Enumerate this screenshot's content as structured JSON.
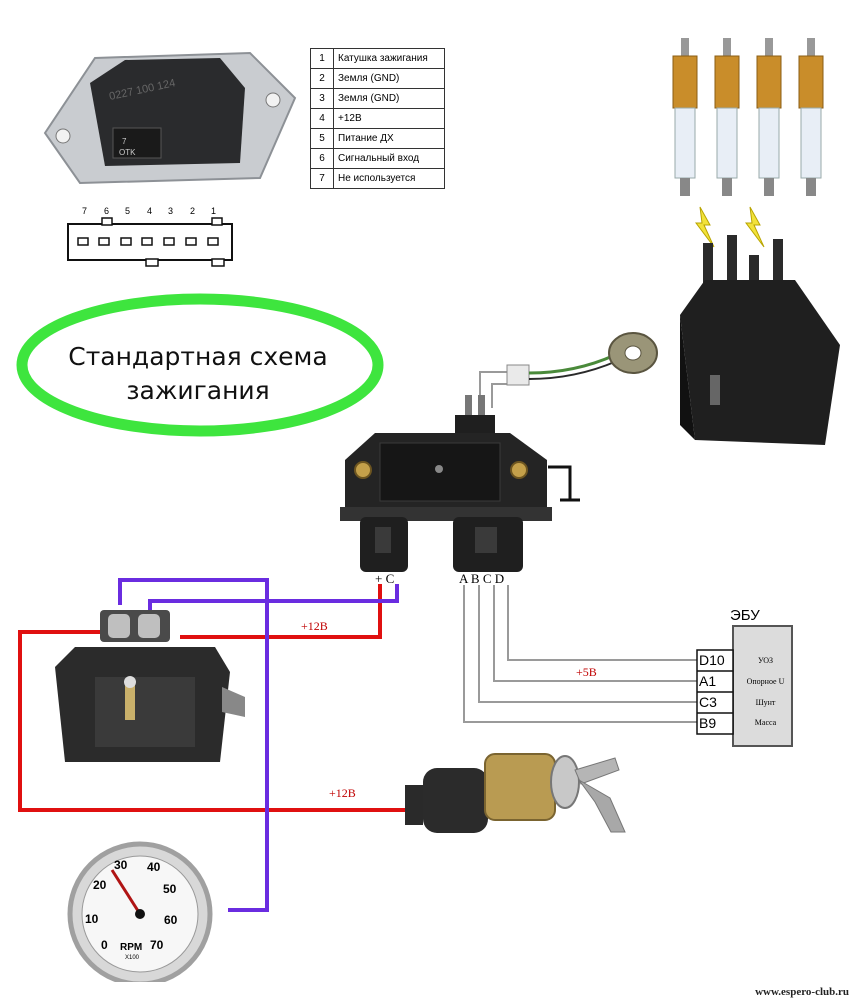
{
  "pin_table": [
    {
      "num": "1",
      "desc": "Катушка зажигания"
    },
    {
      "num": "2",
      "desc": "Земля (GND)"
    },
    {
      "num": "3",
      "desc": "Земля (GND)"
    },
    {
      "num": "4",
      "desc": "+12В"
    },
    {
      "num": "5",
      "desc": "Питание ДХ"
    },
    {
      "num": "6",
      "desc": "Сигнальный вход"
    },
    {
      "num": "7",
      "desc": "Не используется"
    }
  ],
  "connector_pins": [
    "7",
    "6",
    "5",
    "4",
    "3",
    "2",
    "1"
  ],
  "title": {
    "line1": "Стандартная схема",
    "line2": "зажигания"
  },
  "module_labels": {
    "plus_c": "+ C",
    "abcd": "A B C D"
  },
  "wire_labels": {
    "coil_12v": "+12В",
    "ecu_5v": "+5В",
    "switch_12v": "+12В"
  },
  "ecu": {
    "label": "ЭБУ",
    "pins": [
      {
        "pin": "D10",
        "func": "УОЗ"
      },
      {
        "pin": "A1",
        "func": "Опорное U"
      },
      {
        "pin": "C3",
        "func": "Шунт"
      },
      {
        "pin": "B9",
        "func": "Масса"
      }
    ]
  },
  "tachometer": {
    "ticks": [
      "0",
      "10",
      "20",
      "30",
      "40",
      "50",
      "60",
      "70"
    ],
    "unit": "RPM",
    "multiplier": "X100"
  },
  "module_markings": {
    "chip_code": "0227 100 124"
  },
  "footer": "www.espero-club.ru",
  "colors": {
    "red_wire": "#e01010",
    "purple_wire": "#6a2ce0",
    "gray_wire": "#9a9a9a",
    "green_ellipse": "#3ee53e"
  }
}
